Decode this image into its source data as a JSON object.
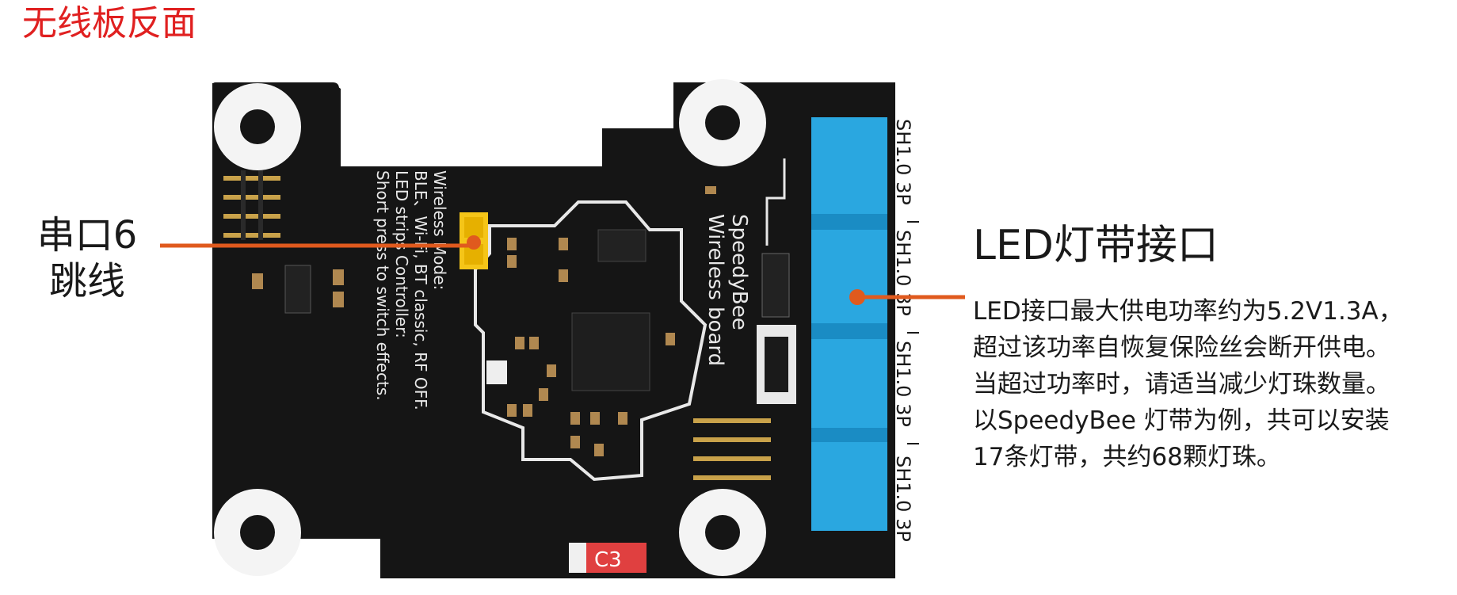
{
  "title": "无线板反面",
  "left_callout": {
    "line1": "串口6",
    "line2": "跳线"
  },
  "right_callout": {
    "title": "LED灯带接口",
    "lines": [
      "LED接口最大供电功率约为5.2V1.3A，",
      "超过该功率自恢复保险丝会断开供电。",
      "当超过功率时，请适当减少灯珠数量。",
      "以SpeedyBee 灯带为例，共可以安装",
      "17条灯带，共约68颗灯珠。"
    ]
  },
  "board": {
    "silk_brand": [
      "SpeedyBee",
      "Wireless board"
    ],
    "silk_mode": [
      "Wireless Mode:",
      "BLE、Wi-Fi, BT classic, RF OFF.",
      "LED strips Controller:",
      "Short press to switch effects."
    ],
    "connector_labels": [
      "SH1.0  3P",
      "SH1.0  3P",
      "SH1.0  3P",
      "SH1.0  3P"
    ],
    "capacitor_label": "C3"
  },
  "colors": {
    "accent": "#e05a1e",
    "title": "#e02020",
    "connector": "#2aa7e0",
    "jumper": "#f5c518",
    "pcb": "#151515"
  }
}
